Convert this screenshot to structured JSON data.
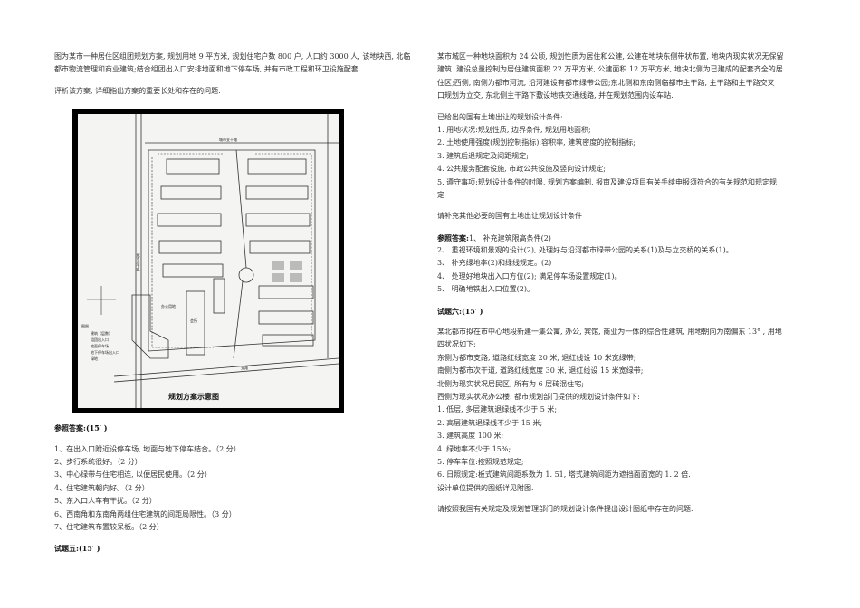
{
  "left": {
    "intro": [
      "图为某市一种居住区组团规划方案, 规划用地 9 平方米, 规划住宅户数 800 户, 人口约 3000 人, 该地块西, 北临",
      "都市物流管理和商业建筑;结合组团出入口安排地面和地下停车场, 并有市政工程和环卫设施配套."
    ],
    "question": "评析该方案, 详细指出方案的重要长处和存在的问题.",
    "figure": {
      "caption": "规划方案示意图",
      "legend_title": "图例",
      "legend": [
        "建筑（层数）",
        "组团出入口",
        "地面停车场",
        "地下停车场出入口",
        "绿地"
      ],
      "labels": {
        "office": "办公用地",
        "center": "会所",
        "road_west": "城市次干路",
        "road_north": "城市支干路",
        "road_south": "支路"
      }
    },
    "answer_title": "参照答案:(15′ )",
    "answers": [
      "1、在出入口附近设停车场, 地面与地下停车结合。（2 分）",
      "2、步行系统很好。（2 分）",
      "3、中心绿带与住宅相连, 以便居民使用。（2 分）",
      "4、住宅建筑朝向好。（2 分）",
      "5、东入口人车有干扰。（2 分）",
      "6、西南角和东南角两组住宅建筑的间距局限性。（3 分）",
      "7、住宅建筑布置较呆板。（2 分）"
    ],
    "next_title": "试题五:(15′ )"
  },
  "right": {
    "intro": [
      "某市城区一种地块面积为 24 公顷, 规划性质为居住和公建, 公建在地块东侧带状布置, 地块内现实状况无保留",
      "建筑. 建设总量控制为居住建筑面积 22 万平方米, 公建面积 12 万平方米, 地块北侧为已建成的配套齐全的居",
      "住区;西侧, 南侧为都市河流, 沿河建设有都市绿带公园;东北侧和东南侧临都市主干路, 主干路和主干路交叉",
      "口规划为立交, 东北侧主干路下敷设地铁交通线路, 并在规划范围内设车站."
    ],
    "conditions": [
      "已给出的国有土地出让的规划设计条件:",
      "1. 用地状况:规划性质, 边界条件, 规划用地面积;",
      "2. 土地使用强度(规划控制指标):容积率, 建筑密度的控制指标;",
      "3. 建筑后退规定及间距规定;",
      "4. 公共服务配套设施, 市政公共设施及竖向设计规定;",
      "5. 遵守事项:规划设计条件的时限, 规划方案编制, 报审及建设项目有关手续申报须符合的有关规范和规定规",
      "定"
    ],
    "question": "请补充其他必要的国有土地出让规划设计条件",
    "answer_label": "参照答案:",
    "answers": [
      "1、  补充建筑限高条件(2)",
      "2、  重视环境和景观的设计(2), 处理好与沿河都市绿带公园的关系(1)及与立交桥的关系(1)。",
      "3、  补充绿地率(2)和绿线规定。(2)",
      "4、  处理好地块出入口方位(2); 满足停车场设置规定(1)。",
      "5、  明确地铁出入口位置(2)。"
    ],
    "q6_title": "试题六:(15′ )",
    "q6_lines": [
      "某北都市拟在市中心地段新建一集公寓, 办公, 宾馆, 商业为一体的综合性建筑, 用地朝向为南偏东 13° , 用地",
      "四状况如下:",
      "东侧为都市支路, 道路红线宽度 20 米, 退红线设 10 米宽绿带;",
      "南侧为都市次干道, 道路红线宽度 30 米, 退红线设 15 米宽绿带;",
      "北侧为现实状况居民区, 所有为 6 层砖混住宅;",
      "西侧为现实状况办公楼. 都市规划部门提供的规划设计条件如下:",
      "1. 低层, 多层建筑退绿线不少于 5 米;",
      "2. 高层建筑退绿线不少于 15 米;",
      "3. 建筑高度 100 米;",
      "4. 绿地率不少于 15%;",
      "5. 停车车位:按照规范规定;",
      "6. 日照规定:板式建筑间距系数为 1. 51, 塔式建筑间距为遮挡面面宽的 1. 2 倍.",
      "设计单位提供的图纸详见附图."
    ],
    "q6_question": "请按照我国有关规定及规划管理部门的规划设计条件提出设计图纸中存在的问题."
  }
}
